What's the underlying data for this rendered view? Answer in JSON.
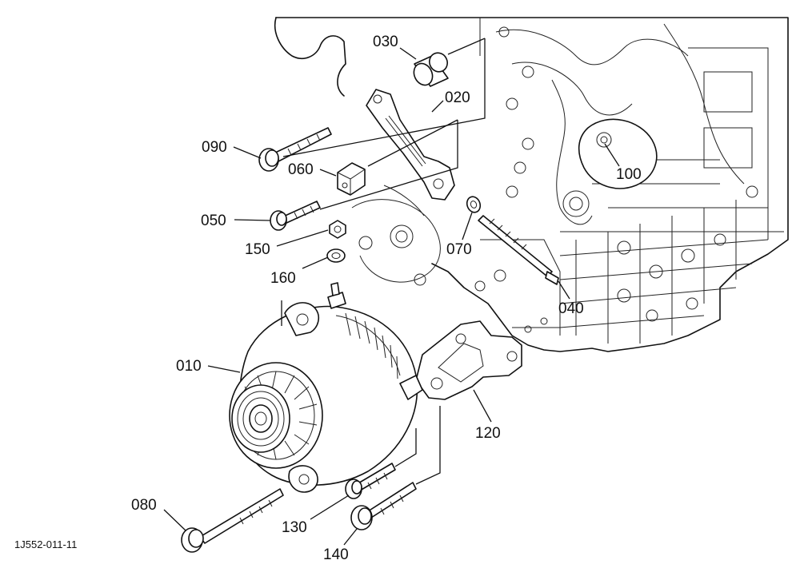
{
  "diagram": {
    "drawing_number": "1J552-011-11",
    "callouts": [
      {
        "id": "010",
        "label": "010"
      },
      {
        "id": "020",
        "label": "020"
      },
      {
        "id": "030",
        "label": "030"
      },
      {
        "id": "040",
        "label": "040"
      },
      {
        "id": "050",
        "label": "050"
      },
      {
        "id": "060",
        "label": "060"
      },
      {
        "id": "070",
        "label": "070"
      },
      {
        "id": "080",
        "label": "080"
      },
      {
        "id": "090",
        "label": "090"
      },
      {
        "id": "100",
        "label": "100"
      },
      {
        "id": "120",
        "label": "120"
      },
      {
        "id": "130",
        "label": "130"
      },
      {
        "id": "140",
        "label": "140"
      },
      {
        "id": "150",
        "label": "150"
      },
      {
        "id": "160",
        "label": "160"
      }
    ]
  }
}
